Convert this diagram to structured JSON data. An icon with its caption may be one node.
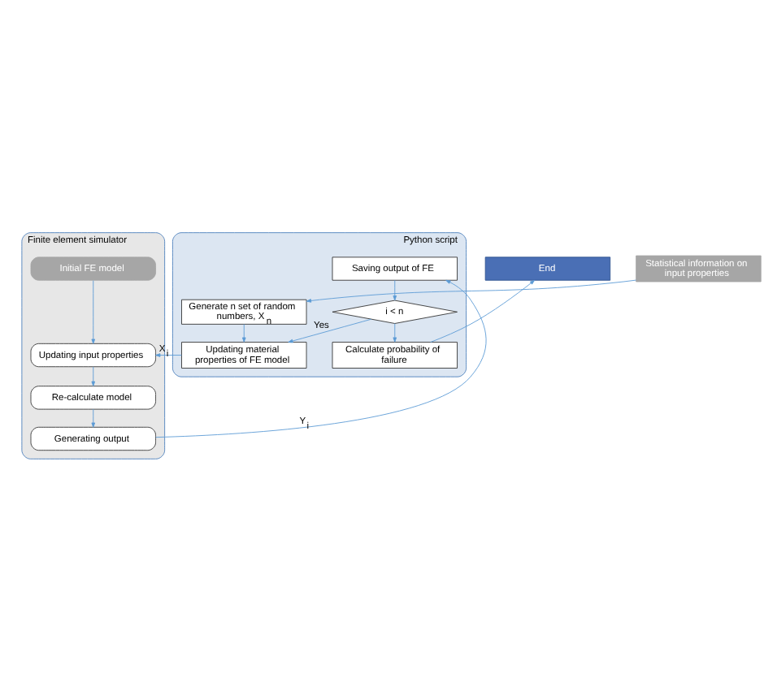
{
  "diagram": {
    "nodes": [
      {
        "text": [
          "Finite element simulator"
        ]
      },
      {
        "text": [
          "Initial FE model"
        ],
        "in": 0
      },
      {
        "text": [
          "Updating input properties"
        ],
        "in": 0
      },
      {
        "text": [
          "Re-calculate model"
        ],
        "in": 0
      },
      {
        "text": [
          "Generating output"
        ],
        "in": 0
      },
      {
        "text": [
          "Statistical information on input properties"
        ]
      },
      {
        "text": [
          "Python script"
        ]
      },
      {
        "text": [
          "Generate n set of random numbers, X$_{n}$"
        ],
        "in": 6
      },
      {
        "text": [
          "Updating material properties of FE model"
        ],
        "in": 6
      },
      {
        "text": [
          "Saving output of FE"
        ],
        "in": 6
      },
      {
        "text": [
          "i < n"
        ],
        "in": 6
      },
      {
        "text": [
          "Calculate probability of failure"
        ],
        "in": 6
      },
      {
        "text": [
          "End"
        ]
      }
    ],
    "edges": [
      {
        "from": 1,
        "to": 2,
        "arrow": "to"
      },
      {
        "from": 2,
        "to": 3,
        "arrow": "to"
      },
      {
        "from": 3,
        "to": 4,
        "arrow": "to"
      },
      {
        "from": 5,
        "to": 7,
        "arrow": "to"
      },
      {
        "from": 7,
        "to": 8,
        "arrow": "to"
      },
      {
        "from": 8,
        "to": 2,
        "label": "X$_{i}$",
        "arrow": "to"
      },
      {
        "from": 4,
        "to": 9,
        "label": "Y$_{i}$",
        "arrow": "to"
      },
      {
        "from": 9,
        "to": 10,
        "arrow": "to"
      },
      {
        "from": 10,
        "to": 8,
        "label": "Yes",
        "arrow": "to"
      },
      {
        "from": 10,
        "to": 11,
        "arrow": "to"
      },
      {
        "from": 11,
        "to": 12,
        "arrow": "to"
      }
    ]
  }
}
